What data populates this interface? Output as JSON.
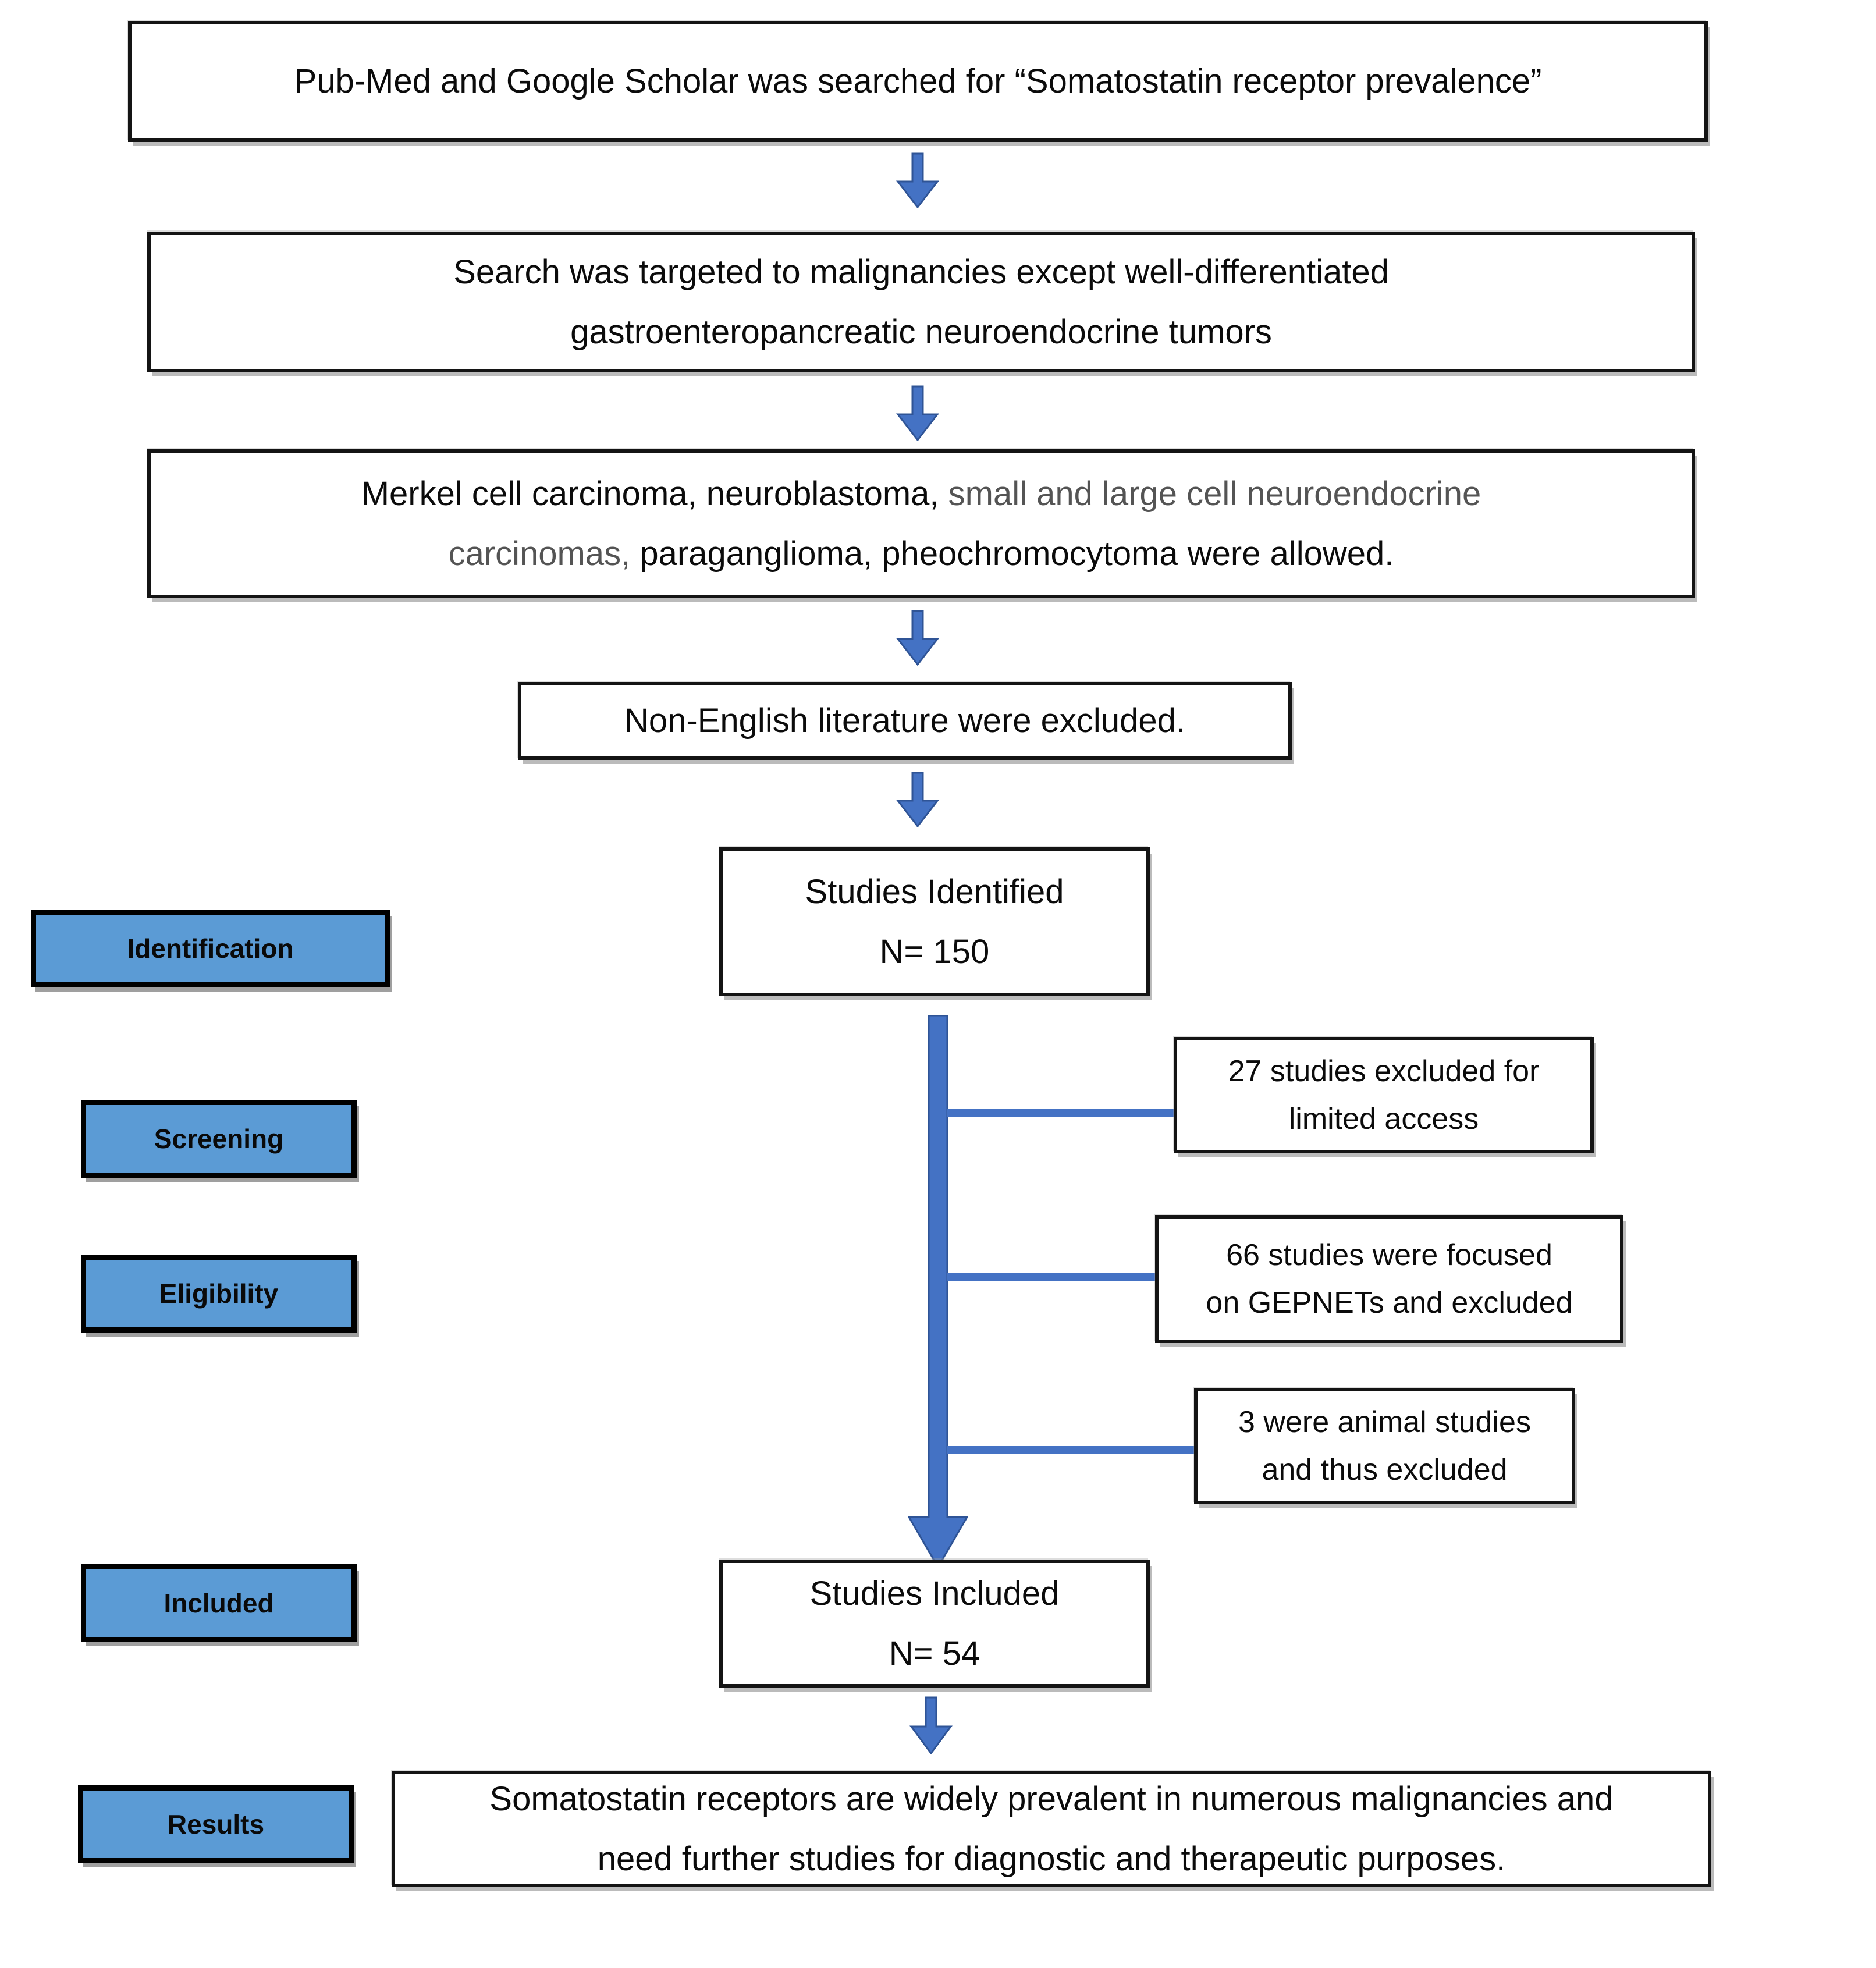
{
  "colors": {
    "stage_label_fill": "#5B9BD5",
    "arrow_fill": "#4472C4",
    "arrow_stroke": "#2F5496",
    "box_border": "#141414",
    "muted_text": "#545454"
  },
  "stages": [
    {
      "label": "Identification"
    },
    {
      "label": "Screening"
    },
    {
      "label": "Eligibility"
    },
    {
      "label": "Included"
    },
    {
      "label": "Results"
    }
  ],
  "flow": {
    "search_box": {
      "text": "Pub-Med and Google Scholar was searched for “Somatostatin receptor prevalence”"
    },
    "target_box": {
      "line1": "Search was targeted to malignancies except well-differentiated",
      "line2": "gastroenteropancreatic neuroendocrine tumors"
    },
    "allowed_box": {
      "line1_black": "Merkel cell carcinoma, neuroblastoma, ",
      "line1_gray": "small and large cell neuroendocrine",
      "line2_gray": "carcinomas, ",
      "line2_black": "paraganglioma, pheochromocytoma were allowed."
    },
    "language_box": {
      "text": "Non-English literature were excluded."
    },
    "identified_box": {
      "title": "Studies Identified",
      "count": "N= 150"
    },
    "excluded_boxes": [
      {
        "line1": "27 studies excluded for",
        "line2": "limited access"
      },
      {
        "line1": "66 studies were focused",
        "line2": "on GEPNETs and excluded"
      },
      {
        "line1": "3 were animal studies",
        "line2": "and thus excluded"
      }
    ],
    "included_box": {
      "title": "Studies Included",
      "count": "N= 54"
    },
    "results_box": {
      "line1": "Somatostatin receptors are widely prevalent in numerous malignancies and",
      "line2": "need further studies for diagnostic and therapeutic purposes."
    }
  }
}
